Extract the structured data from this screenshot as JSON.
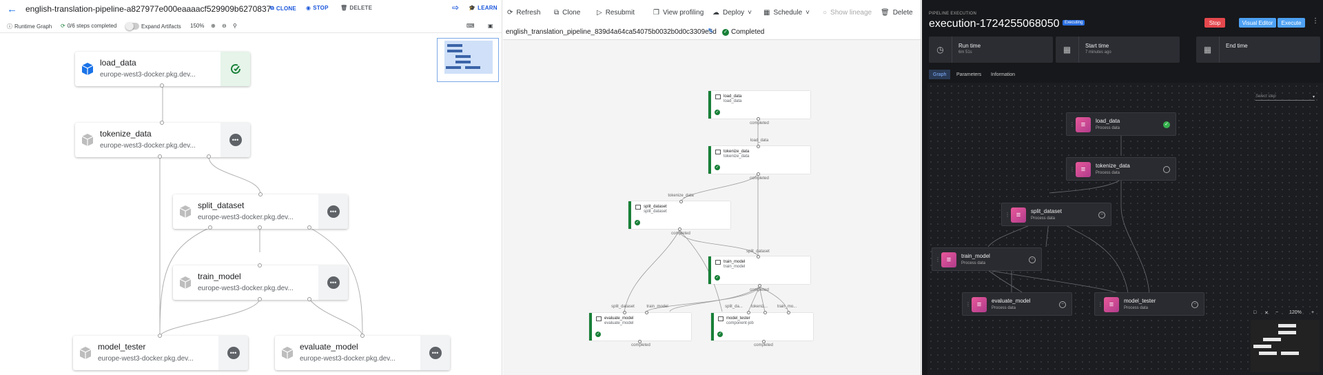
{
  "p1": {
    "title": "english-translation-pipeline-a827977e000eaaaacf529909b6270837",
    "clone": "CLONE",
    "stop": "STOP",
    "delete": "DELETE",
    "learn": "LEARN",
    "runtime_graph": "Runtime Graph",
    "steps_completed": "0/6 steps completed",
    "expand_artifacts": "Expand Artifacts",
    "zoom": "150%",
    "nodes": [
      {
        "name": "load_data",
        "sub": "europe-west3-docker.pkg.dev...",
        "status": "completed"
      },
      {
        "name": "tokenize_data",
        "sub": "europe-west3-docker.pkg.dev...",
        "status": "pending"
      },
      {
        "name": "split_dataset",
        "sub": "europe-west3-docker.pkg.dev...",
        "status": "pending"
      },
      {
        "name": "train_model",
        "sub": "europe-west3-docker.pkg.dev...",
        "status": "pending"
      },
      {
        "name": "model_tester",
        "sub": "europe-west3-docker.pkg.dev...",
        "status": "pending"
      },
      {
        "name": "evaluate_model",
        "sub": "europe-west3-docker.pkg.dev...",
        "status": "pending"
      }
    ]
  },
  "p2": {
    "refresh": "Refresh",
    "clone": "Clone",
    "resubmit": "Resubmit",
    "view_profiling": "View profiling",
    "deploy": "Deploy",
    "schedule": "Schedule",
    "show_lineage": "Show lineage",
    "delete": "Delete",
    "pipeline_id": "english_translation_pipeline_839d4a64ca54075b0032b0d0c3309e5d",
    "status": "Completed",
    "nodes": [
      {
        "name": "load_data",
        "sub": "load_data"
      },
      {
        "name": "tokenize_data",
        "sub": "tokenize_data"
      },
      {
        "name": "split_dataset",
        "sub": "split_dataset"
      },
      {
        "name": "train_model",
        "sub": "train_model"
      },
      {
        "name": "evaluate_model",
        "sub": "evaluate_model"
      },
      {
        "name": "model_tester",
        "sub": "component-job"
      }
    ],
    "labels": {
      "completed": "completed",
      "load_data": "load_data",
      "tokenize_data": "tokenize_data",
      "split_dataset": "split_dataset",
      "train_model": "train_model",
      "split_da": "split_da...",
      "tokeniz": "tokeniz...",
      "train_mo": "train_mo..."
    }
  },
  "p3": {
    "section": "PIPELINE EXECUTION",
    "title": "execution-1724255068050",
    "badge": "Executing",
    "stop": "Stop",
    "visual_editor": "Visual Editor",
    "execute": "Execute",
    "cards": [
      {
        "title": "Run time",
        "sub": "6m 51s"
      },
      {
        "title": "Start time",
        "sub": "7 minutes ago"
      },
      {
        "title": "End time",
        "sub": ""
      }
    ],
    "tabs": [
      "Graph",
      "Parameters",
      "Information"
    ],
    "select_step": "Select step",
    "zoom": "120%",
    "nodes": [
      {
        "name": "load_data",
        "sub": "Process data",
        "status": "done"
      },
      {
        "name": "tokenize_data",
        "sub": "Process data",
        "status": "running"
      },
      {
        "name": "split_dataset",
        "sub": "Process data",
        "status": "waiting"
      },
      {
        "name": "train_model",
        "sub": "Process data",
        "status": "waiting"
      },
      {
        "name": "evaluate_model",
        "sub": "Process data",
        "status": "waiting"
      },
      {
        "name": "model_tester",
        "sub": "Process data",
        "status": "waiting"
      }
    ]
  },
  "colors": {
    "kfp_accent": "#1a73e8",
    "vertex_success": "#188038",
    "dark_bg": "#17181b",
    "stop_red": "#e5484d",
    "dark_accent": "#4ea1f3"
  }
}
